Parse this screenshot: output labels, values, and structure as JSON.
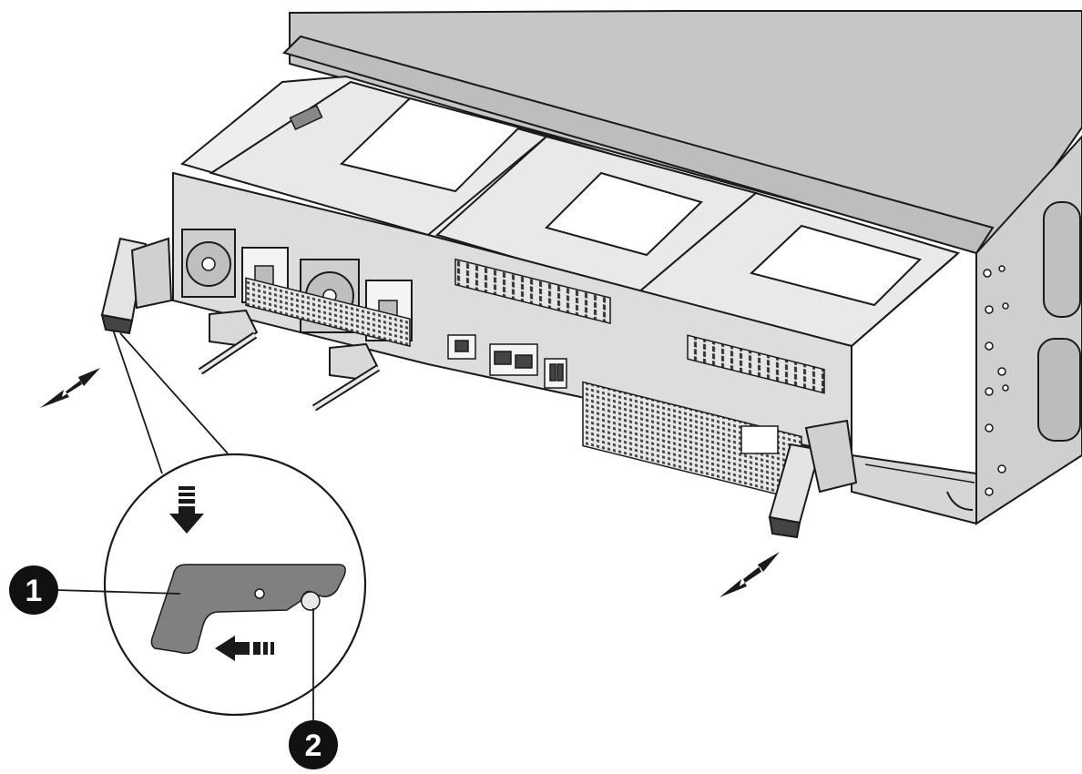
{
  "callouts": [
    {
      "number": "1",
      "target": "cam-handle-latch"
    },
    {
      "number": "2",
      "target": "latch-pin"
    }
  ],
  "icons": [
    "double-arrow-icon",
    "down-arrow-icon",
    "left-arrow-icon"
  ],
  "colors": {
    "chassis_fill": "#d2d2d2",
    "chassis_top": "#c4c4c4",
    "line": "#1a1a1a",
    "callout_fill": "#111111",
    "latch_fill": "#808080",
    "background": "#ffffff"
  }
}
